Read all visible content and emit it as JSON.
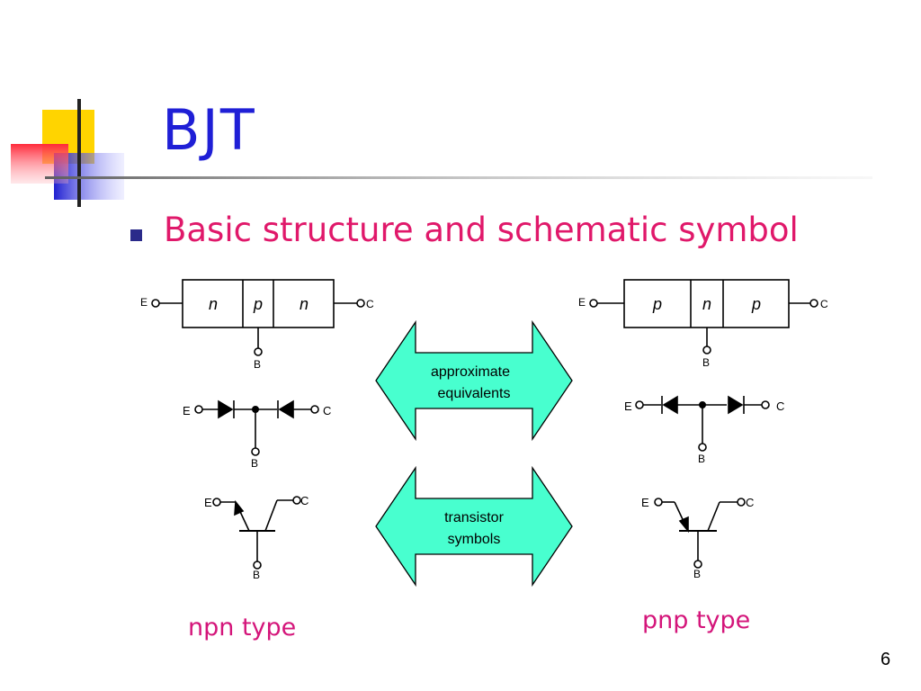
{
  "slide": {
    "title": "BJT",
    "bullet": "Basic structure and schematic symbol",
    "page_number": "6"
  },
  "npn": {
    "type_label": "npn type",
    "regions": [
      "n",
      "p",
      "n"
    ],
    "emitter": "E",
    "base": "B",
    "collector": "C"
  },
  "pnp": {
    "type_label": "pnp type",
    "regions": [
      "p",
      "n",
      "p"
    ],
    "emitter": "E",
    "base": "B",
    "collector": "C"
  },
  "arrows": {
    "upper": [
      "approximate",
      "equivalents"
    ],
    "lower": [
      "transistor",
      "symbols"
    ]
  },
  "colors": {
    "title": "#1f1fd6",
    "bullet_text": "#e0186a",
    "arrow_fill": "#48ffcf",
    "deco_yellow": "#ffd400",
    "deco_red": "#ff5060",
    "deco_blue": "#3a3ae0"
  }
}
